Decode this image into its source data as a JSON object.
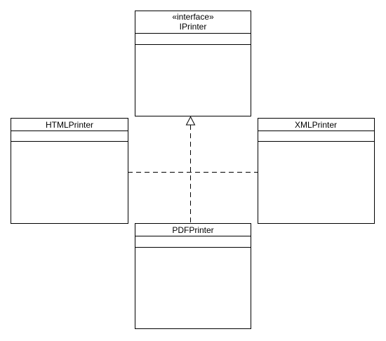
{
  "classes": {
    "iprinter": {
      "stereotype": "«interface»",
      "name": "IPrinter"
    },
    "htmlprinter": {
      "name": "HTMLPrinter"
    },
    "xmlprinter": {
      "name": "XMLPrinter"
    },
    "pdfprinter": {
      "name": "PDFPrinter"
    }
  },
  "colors": {
    "stroke": "#000000",
    "fill": "#ffffff"
  }
}
